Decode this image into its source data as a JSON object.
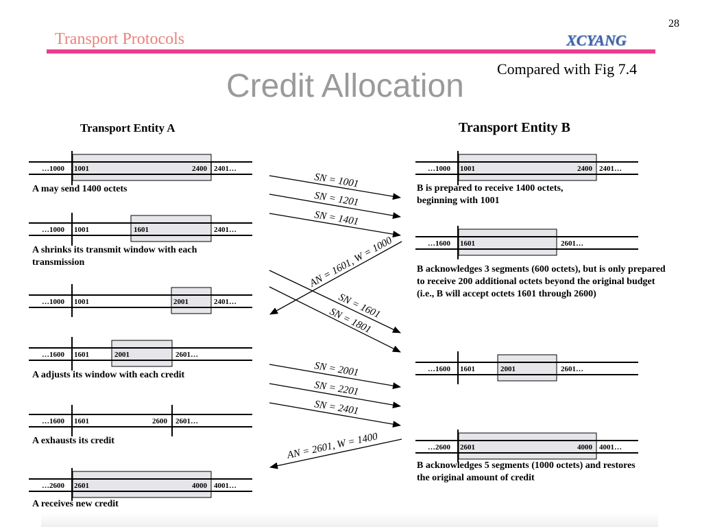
{
  "header": {
    "slide_number": "28",
    "course_title": "Transport Protocols",
    "author": "XCYANG",
    "note": "Compared with Fig 7.4",
    "title": "Credit Allocation"
  },
  "entity_a": {
    "title": "Transport Entity A",
    "rows": [
      {
        "labels": [
          "…1000",
          "1001",
          "2400",
          "2401…"
        ],
        "caption": "A may send 1400 octets"
      },
      {
        "labels": [
          "…1000",
          "1001",
          "1601",
          "2401…"
        ],
        "caption": "A shrinks its transmit window with each transmission"
      },
      {
        "labels": [
          "…1000",
          "1001",
          "2001",
          "2401…"
        ],
        "caption": ""
      },
      {
        "labels": [
          "…1600",
          "1601",
          "2001",
          "2601…"
        ],
        "caption": "A adjusts its window with each credit"
      },
      {
        "labels": [
          "…1600",
          "1601",
          "2600",
          "2601…"
        ],
        "caption": "A exhausts its credit"
      },
      {
        "labels": [
          "…2600",
          "2601",
          "4000",
          "4001…"
        ],
        "caption": "A receives new credit"
      }
    ]
  },
  "entity_b": {
    "title": "Transport Entity B",
    "rows": [
      {
        "labels": [
          "…1000",
          "1001",
          "2400",
          "2401…"
        ],
        "caption": "B is prepared to receive 1400 octets, beginning with 1001"
      },
      {
        "labels": [
          "…1600",
          "1601",
          "2601…"
        ],
        "caption": "B acknowledges 3 segments (600 octets), but is only prepared to receive 200 additional octets beyond the original budget (i.e., B will accept octets 1601 through 2600)"
      },
      {
        "labels": [
          "…1600",
          "1601",
          "2001",
          "2601…"
        ],
        "caption": ""
      },
      {
        "labels": [
          "…2600",
          "2601",
          "4000",
          "4001…"
        ],
        "caption": "B acknowledges 5 segments (1000 octets) and restores the original amount of credit"
      }
    ]
  },
  "arrows": [
    {
      "label": "SN = 1001",
      "direction": "A→B"
    },
    {
      "label": "SN = 1201",
      "direction": "A→B"
    },
    {
      "label": "SN = 1401",
      "direction": "A→B"
    },
    {
      "label": "AN = 1601, W = 1000",
      "direction": "B→A"
    },
    {
      "label": "SN = 1601",
      "direction": "A→B"
    },
    {
      "label": "SN = 1801",
      "direction": "A→B"
    },
    {
      "label": "SN = 2001",
      "direction": "A→B"
    },
    {
      "label": "SN = 2201",
      "direction": "A→B"
    },
    {
      "label": "SN = 2401",
      "direction": "A→B"
    },
    {
      "label": "AN = 2601, W = 1400",
      "direction": "B→A"
    }
  ]
}
